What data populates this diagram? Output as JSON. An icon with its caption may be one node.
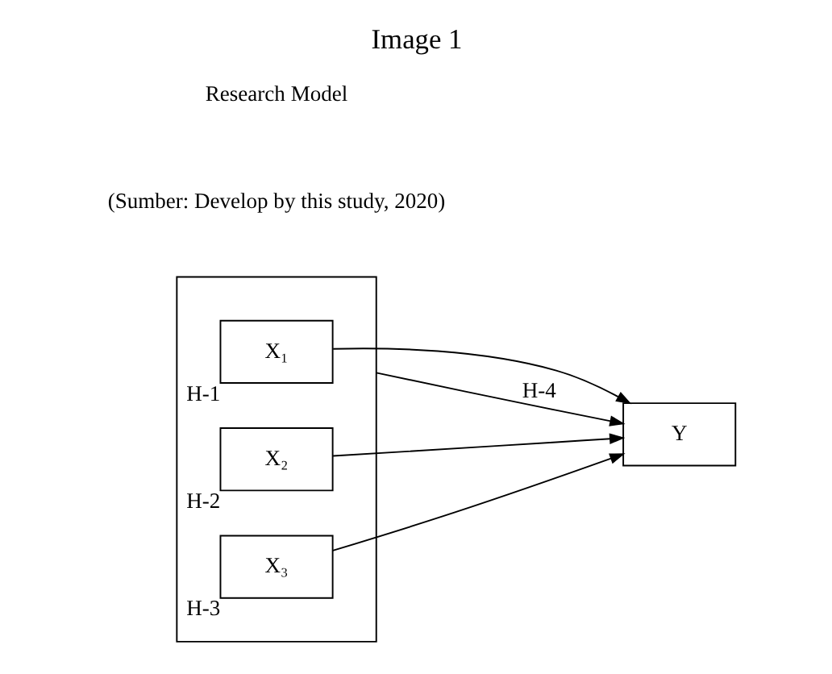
{
  "diagram": {
    "title": "Image 1",
    "nodes": [
      {
        "text": [],
        "shape": "box"
      },
      {
        "text": [
          "X₁"
        ],
        "in": 0,
        "beside": [
          "H-1"
        ]
      },
      {
        "text": [
          "X₂"
        ],
        "in": 0,
        "beside": [
          "H-2"
        ]
      },
      {
        "text": [
          "X₃"
        ],
        "in": 0,
        "beside": [
          "H-3"
        ]
      },
      {
        "text": [
          "Y"
        ]
      }
    ],
    "edges": [
      {
        "from": 1,
        "to": 4,
        "arrow": "to"
      },
      {
        "from": 2,
        "to": 4,
        "arrow": "to"
      },
      {
        "from": 3,
        "to": 4,
        "arrow": "to"
      },
      {
        "from": 0,
        "to": 4,
        "arrow": "to",
        "label": "H-4"
      }
    ],
    "labels": [
      "Research Model",
      "(Sumber: Develop by this study, 2020)"
    ]
  }
}
